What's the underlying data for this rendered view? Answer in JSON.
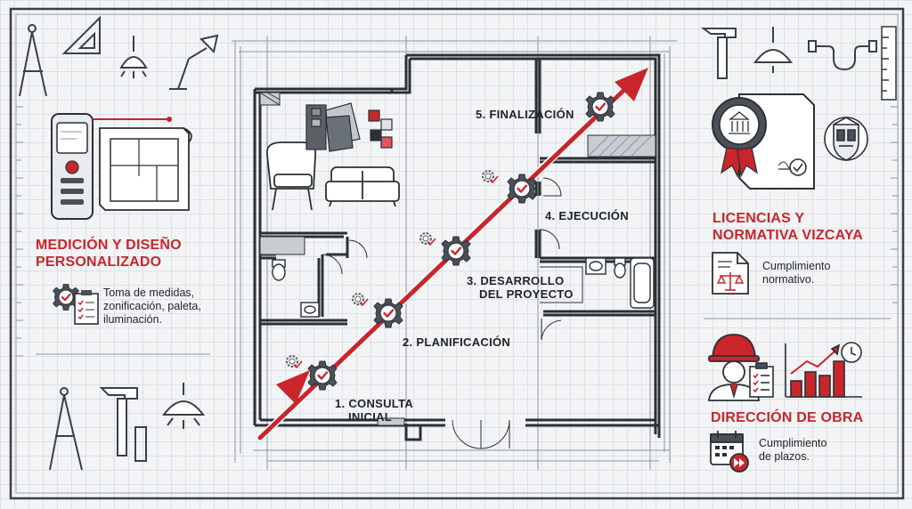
{
  "colors": {
    "accent_red": "#c8262b",
    "ink": "#2b3036",
    "blueprint_line": "#8b96a2",
    "grid": "#dde1e5"
  },
  "left_panel": {
    "title_line1": "MEDICIÓN Y DISEÑO",
    "title_line2": "PERSONALIZADO",
    "desc_line1": "Toma de medidas,",
    "desc_line2": "zonificación, paleta,",
    "desc_line3": "iluminación.",
    "icons": [
      "laser-meter-icon",
      "floor-plan-icon",
      "gears-checklist-icon"
    ]
  },
  "center_plan": {
    "steps": [
      {
        "line1": "1. CONSULTA",
        "line2": "INICIAL"
      },
      {
        "line1": "2. PLANIFICACIÓN",
        "line2": ""
      },
      {
        "line1": "3. DESARROLLO",
        "line2": "DEL PROYECTO"
      },
      {
        "line1": "4. EJECUCIÓN",
        "line2": ""
      },
      {
        "line1": "5. FINALIZACIÓN",
        "line2": ""
      }
    ]
  },
  "right_panel": {
    "licencias": {
      "title_line1": "LICENCIAS Y",
      "title_line2": "NORMATIVA VIZCAYA",
      "desc_line1": "Cumplimiento",
      "desc_line2": "normativo.",
      "icons": [
        "certificate-seal-icon",
        "coat-of-arms-icon",
        "document-scale-icon"
      ]
    },
    "direccion": {
      "title": "DIRECCIÓN DE OBRA",
      "desc_line1": "Cumplimiento",
      "desc_line2": "de plazos.",
      "icons": [
        "engineer-icon",
        "growth-chart-icon",
        "calendar-fast-icon"
      ]
    }
  }
}
